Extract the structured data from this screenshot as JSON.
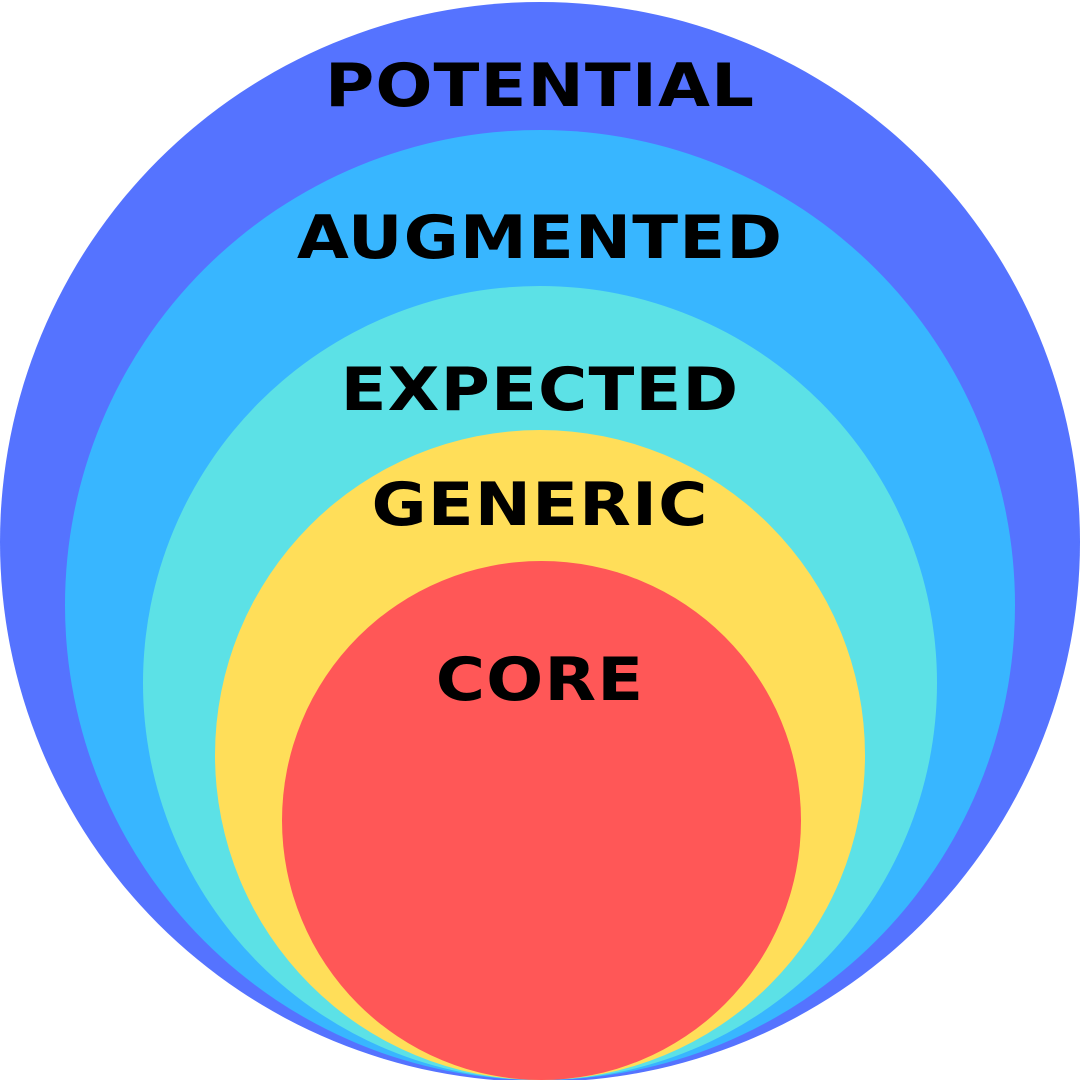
{
  "diagram": {
    "levels": [
      {
        "id": "potential",
        "label": "POTENTIAL",
        "color": "#5573FF"
      },
      {
        "id": "augmented",
        "label": "AUGMENTED",
        "color": "#38B6FF"
      },
      {
        "id": "expected",
        "label": "EXPECTED",
        "color": "#5CE1E6"
      },
      {
        "id": "generic",
        "label": "GENERIC",
        "color": "#FFDE59"
      },
      {
        "id": "core",
        "label": "CORE",
        "color": "#FF5757"
      }
    ]
  }
}
